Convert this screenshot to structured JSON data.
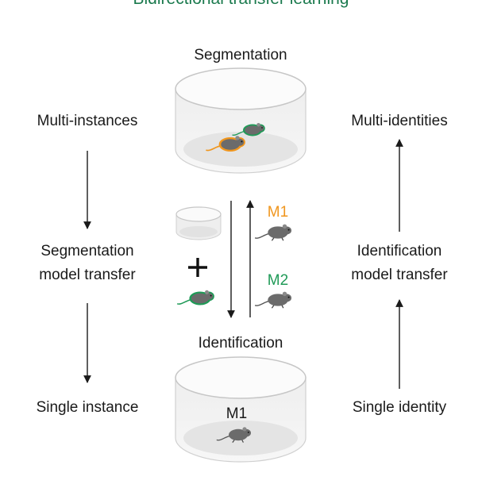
{
  "title": "Bidirectional transfer learning",
  "colors": {
    "title": "#1b7a4e",
    "m1": "#f0961e",
    "m2": "#1f9a57",
    "mouse_body": "#6b6b6b",
    "arena_rim": "#c6c6c6"
  },
  "left_column": {
    "top": "Multi-instances",
    "middle_line1": "Segmentation",
    "middle_line2": "model transfer",
    "bottom": "Single instance"
  },
  "right_column": {
    "top": "Multi-identities",
    "middle_line1": "Identification",
    "middle_line2": "model transfer",
    "bottom": "Single identity"
  },
  "center": {
    "top_arena_label": "Segmentation",
    "bottom_arena_label": "Identification",
    "m1_label": "M1",
    "m2_label": "M2",
    "plus_sign": "+",
    "bottom_arena_mouse_label": "M1"
  }
}
